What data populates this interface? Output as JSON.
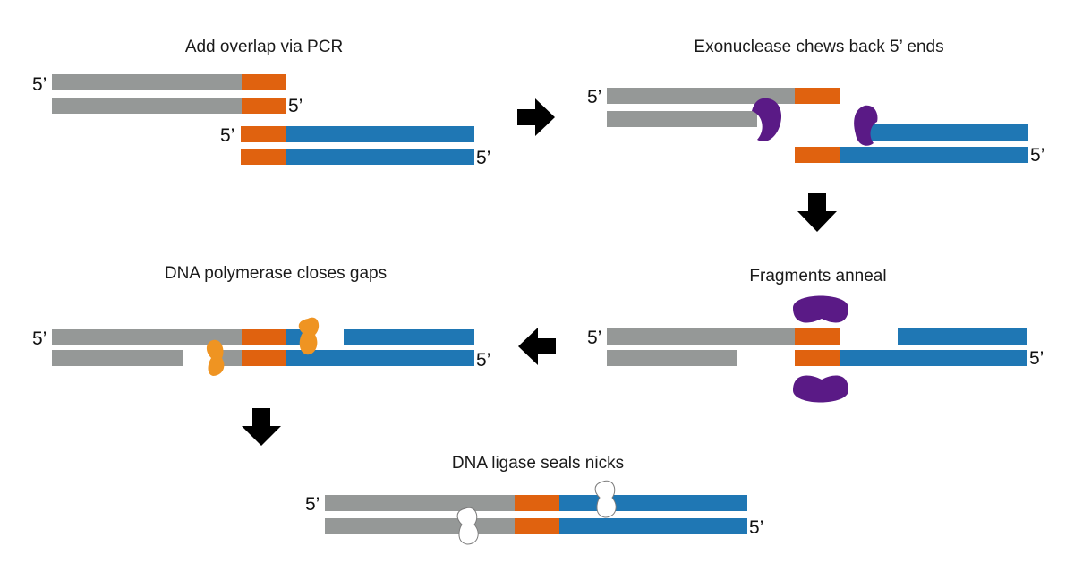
{
  "steps": [
    {
      "title": "Add overlap via PCR"
    },
    {
      "title": "Exonuclease chews back 5’ ends"
    },
    {
      "title": "Fragments anneal"
    },
    {
      "title": "DNA polymerase closes gaps"
    },
    {
      "title": "DNA ligase seals nicks"
    }
  ],
  "end_label": "5’",
  "colors": {
    "fragment_a": "#959897",
    "overlap": "#e0620f",
    "fragment_b": "#1f77b4",
    "exonuclease": "#5a1a86",
    "polymerase": "#ef9422",
    "ligase": "#ffffff",
    "arrow": "#000000"
  },
  "icons": {
    "exonuclease": "exonuclease-enzyme-icon",
    "polymerase": "polymerase-enzyme-icon",
    "ligase": "ligase-enzyme-icon",
    "arrow": "process-arrow-icon"
  }
}
